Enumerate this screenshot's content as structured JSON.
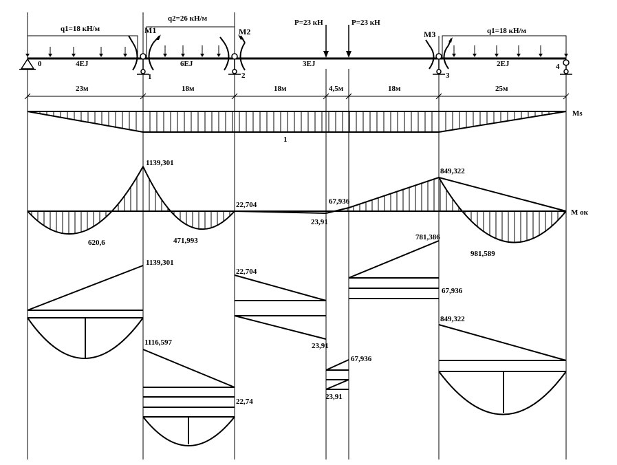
{
  "loads": {
    "q1_left": "q1=18 кН/м",
    "q2": "q2=26 кН/м",
    "q1_right": "q1=18 кН/м",
    "p1": "P=23 кН",
    "p2": "P=23 кН",
    "m1": "M1",
    "m2": "M2",
    "m3": "M3"
  },
  "supports": {
    "s0": "0",
    "s1": "1",
    "s2": "2",
    "s3": "3",
    "s4": "4"
  },
  "stiffness": {
    "span1": "4EJ",
    "span2": "6EJ",
    "span3": "3EJ",
    "span4": "2EJ"
  },
  "spans": [
    "23м",
    "18м",
    "18м",
    "4,5м",
    "18м",
    "25м"
  ],
  "diagrams": {
    "ms_label": "Ms",
    "ms_value": "1",
    "mok_label": "М ок"
  },
  "values": {
    "m1_top": "1139,301",
    "sag1": "620,6",
    "sag2": "471,993",
    "m2_top": "22,704",
    "p_left": "23,91",
    "p_right": "67,936",
    "m3_top": "849,322",
    "sag4": "981,589",
    "d1_top": "1139,301",
    "d2_top": "22,704",
    "d2_bottom": "23,91",
    "d3_top": "781,386",
    "d3_side": "67,936",
    "d4_top": "849,322",
    "d5_top": "1116,597",
    "d5_side": "22,74",
    "d6_top": "67,936",
    "d6_bottom": "23,91"
  }
}
